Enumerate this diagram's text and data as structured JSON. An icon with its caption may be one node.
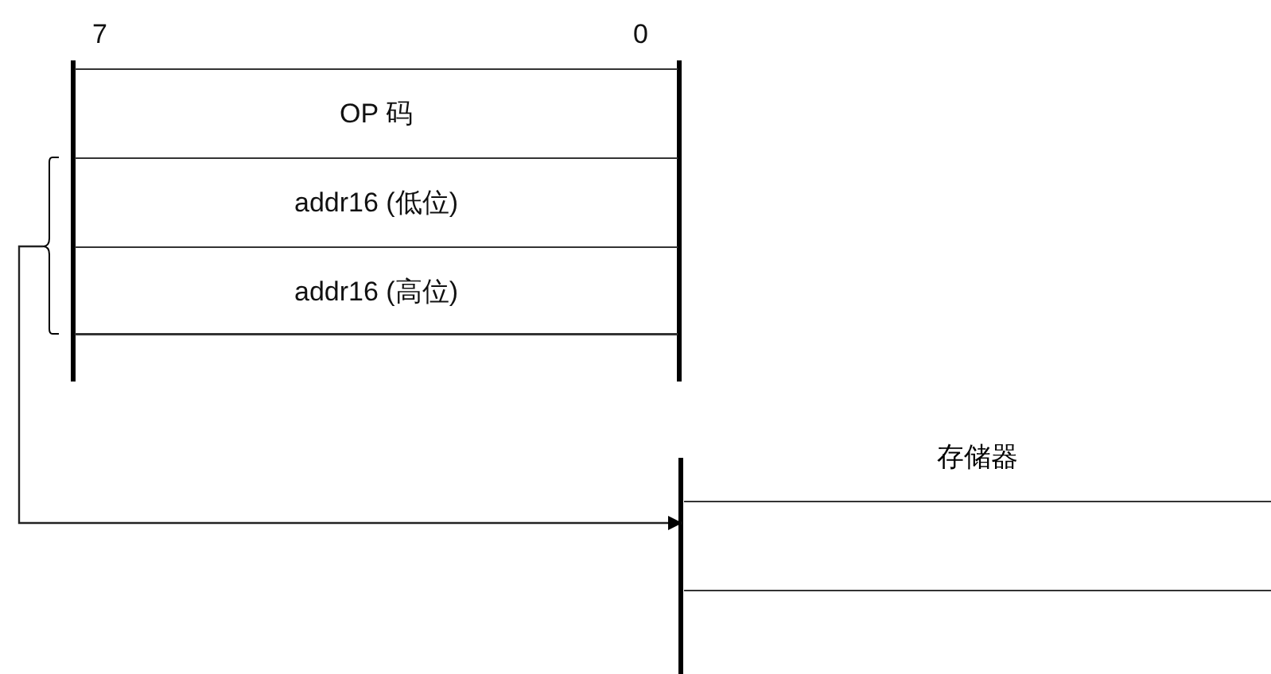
{
  "diagram": {
    "nodes": [
      {
        "text": [
          "OP 码"
        ]
      },
      {
        "text": [
          "addr16 (低位)"
        ]
      },
      {
        "text": [
          "addr16 (高位)"
        ]
      },
      {
        "text": [
          "存储器"
        ]
      }
    ],
    "edges": [
      {
        "from": 1,
        "to": 3,
        "arrow": "to"
      },
      {
        "from": 2,
        "to": 3,
        "arrow": "to"
      }
    ],
    "labels": [
      "7",
      "0"
    ]
  }
}
